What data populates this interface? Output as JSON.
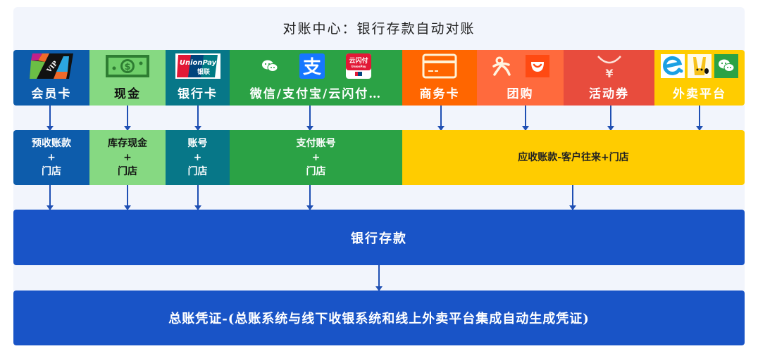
{
  "title": "对账中心：银行存款自动对账",
  "colors": {
    "panel_bg": "#F2F5FC",
    "arrow": "#1F4FB3",
    "bank_box": "#1954C7"
  },
  "sources": [
    {
      "id": "member",
      "label": "会员卡",
      "color": "#0D5CAB",
      "text_color": "#FFFFFF",
      "icons": [
        "vip-card-icon"
      ]
    },
    {
      "id": "cash",
      "label": "现金",
      "color": "#86D982",
      "text_color": "#111111",
      "icons": [
        "cash-banknote-icon"
      ]
    },
    {
      "id": "bankcard",
      "label": "银行卡",
      "color": "#077788",
      "text_color": "#FFFFFF",
      "icons": [
        "unionpay-icon"
      ]
    },
    {
      "id": "wallet",
      "label": "微信/支付宝/云闪付…",
      "color": "#2BA245",
      "text_color": "#FFFFFF",
      "icons": [
        "wechat-icon",
        "alipay-icon",
        "cloud-quickpass-icon"
      ]
    },
    {
      "id": "business",
      "label": "商务卡",
      "color": "#FF6600",
      "text_color": "#FFFFFF",
      "icons": [
        "credit-card-icon"
      ]
    },
    {
      "id": "groupon",
      "label": "团购",
      "color": "#FF6A3D",
      "text_color": "#FFFFFF",
      "icons": [
        "dianping-icon",
        "meituan-icon"
      ]
    },
    {
      "id": "coupon",
      "label": "活动券",
      "color": "#E84C3D",
      "text_color": "#FFFFFF",
      "icons": [
        "yen-coupon-icon"
      ]
    },
    {
      "id": "delivery",
      "label": "外卖平台",
      "color": "#FFCC00",
      "text_color": "#FFFFFF",
      "icons": [
        "eleme-icon",
        "meituan-mascot-icon",
        "wechat-square-icon"
      ]
    }
  ],
  "accounts": [
    {
      "id": "prepaid",
      "lines": [
        "预收账款",
        "+",
        "门店"
      ],
      "color": "#0D5CAB",
      "text_color": "#FFFFFF"
    },
    {
      "id": "stock_cash",
      "lines": [
        "库存现金",
        "+",
        "门店"
      ],
      "color": "#86D982",
      "text_color": "#111111"
    },
    {
      "id": "account_no",
      "lines": [
        "账号",
        "+",
        "门店"
      ],
      "color": "#077788",
      "text_color": "#FFFFFF"
    },
    {
      "id": "pay_account",
      "lines": [
        "支付账号",
        "+",
        "门店"
      ],
      "color": "#2BA245",
      "text_color": "#FFFFFF"
    },
    {
      "id": "receivable",
      "lines": [
        "应收账款-客户往来+门店"
      ],
      "color": "#FFCC00",
      "text_color": "#222222"
    }
  ],
  "bank_deposit": {
    "label": "银行存款"
  },
  "voucher": {
    "label": "总账凭证-(总账系统与线下收银系统和线上外卖平台集成自动生成凭证)"
  }
}
